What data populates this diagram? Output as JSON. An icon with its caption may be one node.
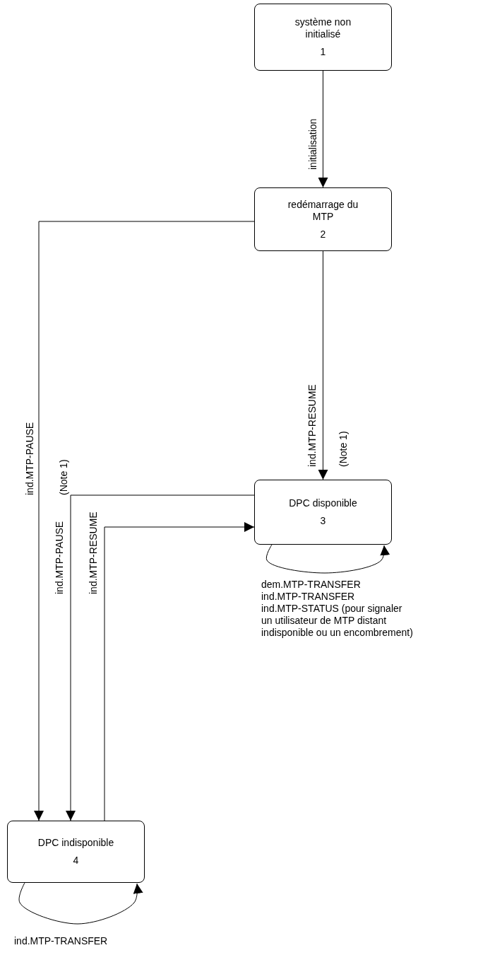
{
  "diagram": {
    "nodes": [
      {
        "text": [
          "système non initialisé",
          "1"
        ]
      },
      {
        "text": [
          "redémarrage du MTP",
          "2"
        ]
      },
      {
        "text": [
          "DPC disponible",
          "3"
        ]
      },
      {
        "text": [
          "DPC indisponible",
          "4"
        ]
      }
    ],
    "edges": [
      {
        "from": 0,
        "to": 1,
        "arrow": "to",
        "label": "initialisation"
      },
      {
        "from": 1,
        "to": 3,
        "arrow": "to",
        "label": "ind.MTP-PAUSE (Note 1)"
      },
      {
        "from": 1,
        "to": 2,
        "arrow": "to",
        "label": "ind.MTP-RESUME (Note 1)"
      },
      {
        "from": 2,
        "to": 3,
        "arrow": "to",
        "label": "ind.MTP-PAUSE"
      },
      {
        "from": 3,
        "to": 2,
        "arrow": "to",
        "label": "ind.MTP-RESUME"
      },
      {
        "from": 2,
        "to": 2,
        "arrow": "to",
        "label": "dem.MTP-TRANSFER ind.MTP-TRANSFER ind.MTP-STATUS (pour signaler un utilisateur de MTP distant indisponible ou un encombrement)"
      },
      {
        "from": 3,
        "to": 3,
        "arrow": "to",
        "label": "ind.MTP-TRANSFER"
      }
    ]
  }
}
